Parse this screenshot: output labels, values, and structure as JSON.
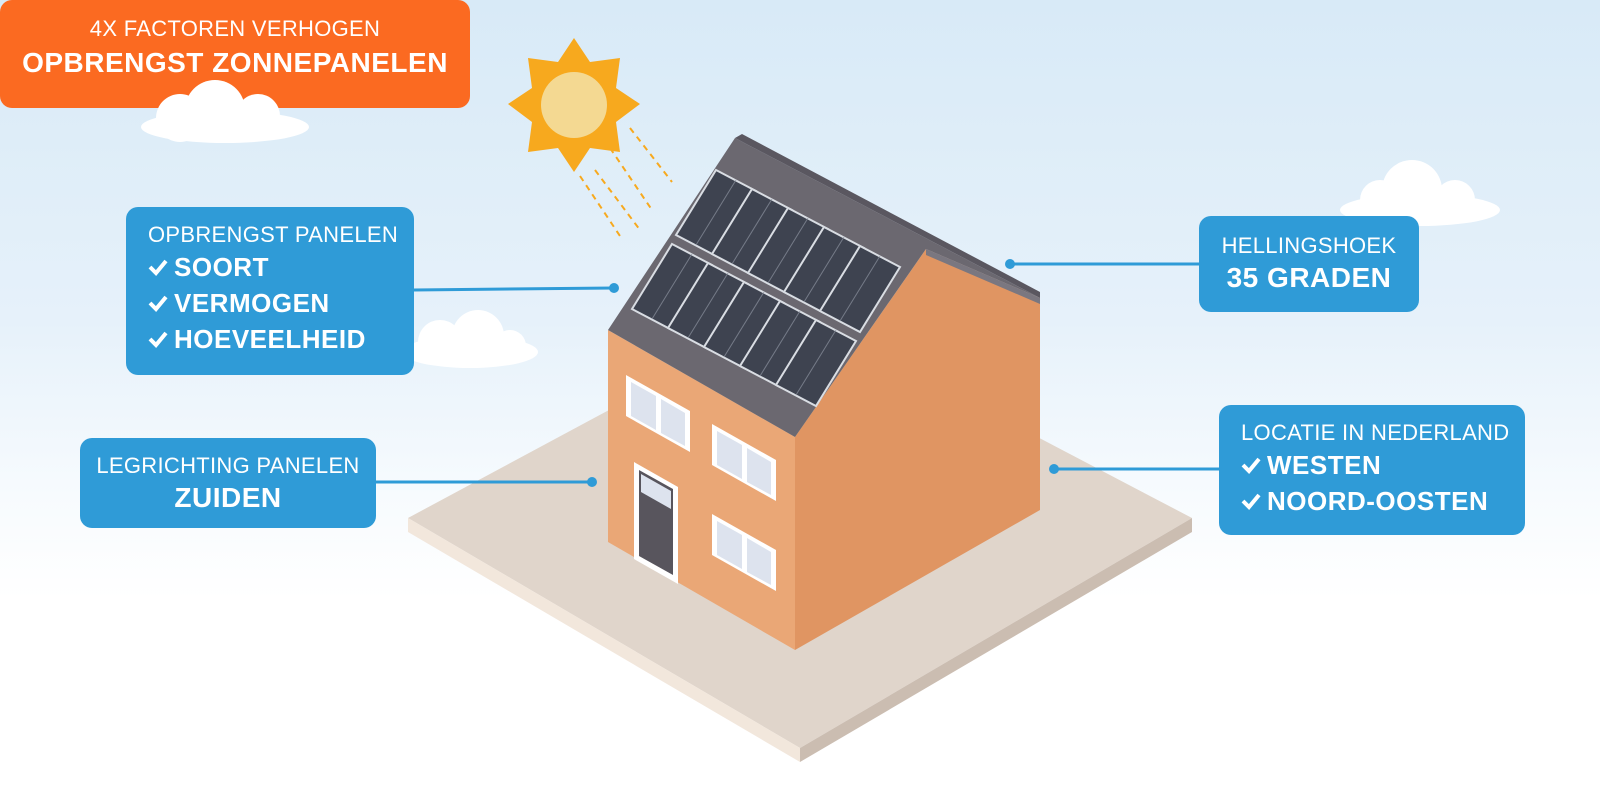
{
  "title": {
    "line1": "4X FACTOREN VERHOGEN",
    "line2": "OPBRENGST ZONNEPANELEN"
  },
  "panels_box": {
    "heading": "OPBRENGST PANELEN",
    "items": [
      "SOORT",
      "VERMOGEN",
      "HOEVEELHEID"
    ]
  },
  "direction_box": {
    "heading": "LEGRICHTING PANELEN",
    "value": "ZUIDEN"
  },
  "tilt_box": {
    "heading": "HELLINGSHOEK",
    "value": "35 GRADEN"
  },
  "location_box": {
    "heading": "LOCATIE IN NEDERLAND",
    "items": [
      "WESTEN",
      "NOORD-OOSTEN"
    ]
  },
  "colors": {
    "label_box": "#2f9bd7",
    "title_box": "#fb6a21",
    "house_front": "#eaa776",
    "house_side": "#e09562",
    "roof": "#6b6870",
    "panel": "#3e4350",
    "sun": "#f7a91e",
    "ground": "#e0d5cb"
  },
  "icons": [
    "sun-icon",
    "cloud-icon",
    "check-icon",
    "solar-panel-icon",
    "house-icon"
  ]
}
